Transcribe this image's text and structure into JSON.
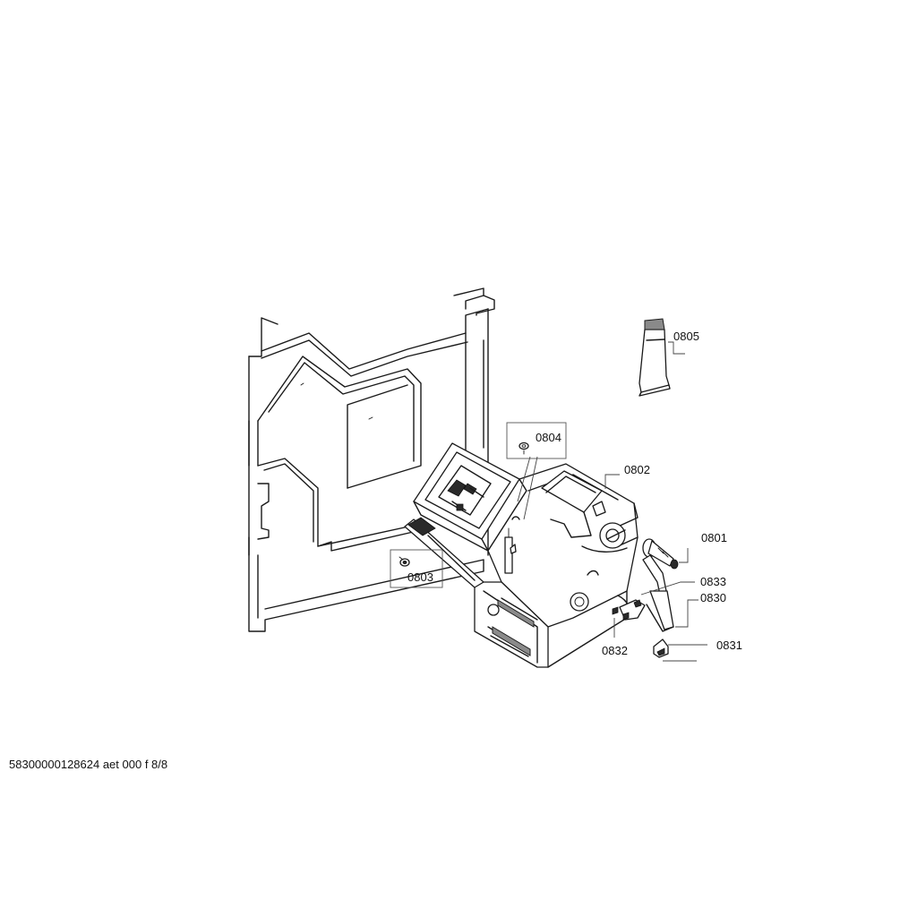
{
  "parts": {
    "p0805": "0805",
    "p0804": "0804",
    "p0802": "0802",
    "p0801": "0801",
    "p0803": "0803",
    "p0833": "0833",
    "p0830": "0830",
    "p0832": "0832",
    "p0831": "0831"
  },
  "footer": "58300000128624 aet 000 f 8/8"
}
